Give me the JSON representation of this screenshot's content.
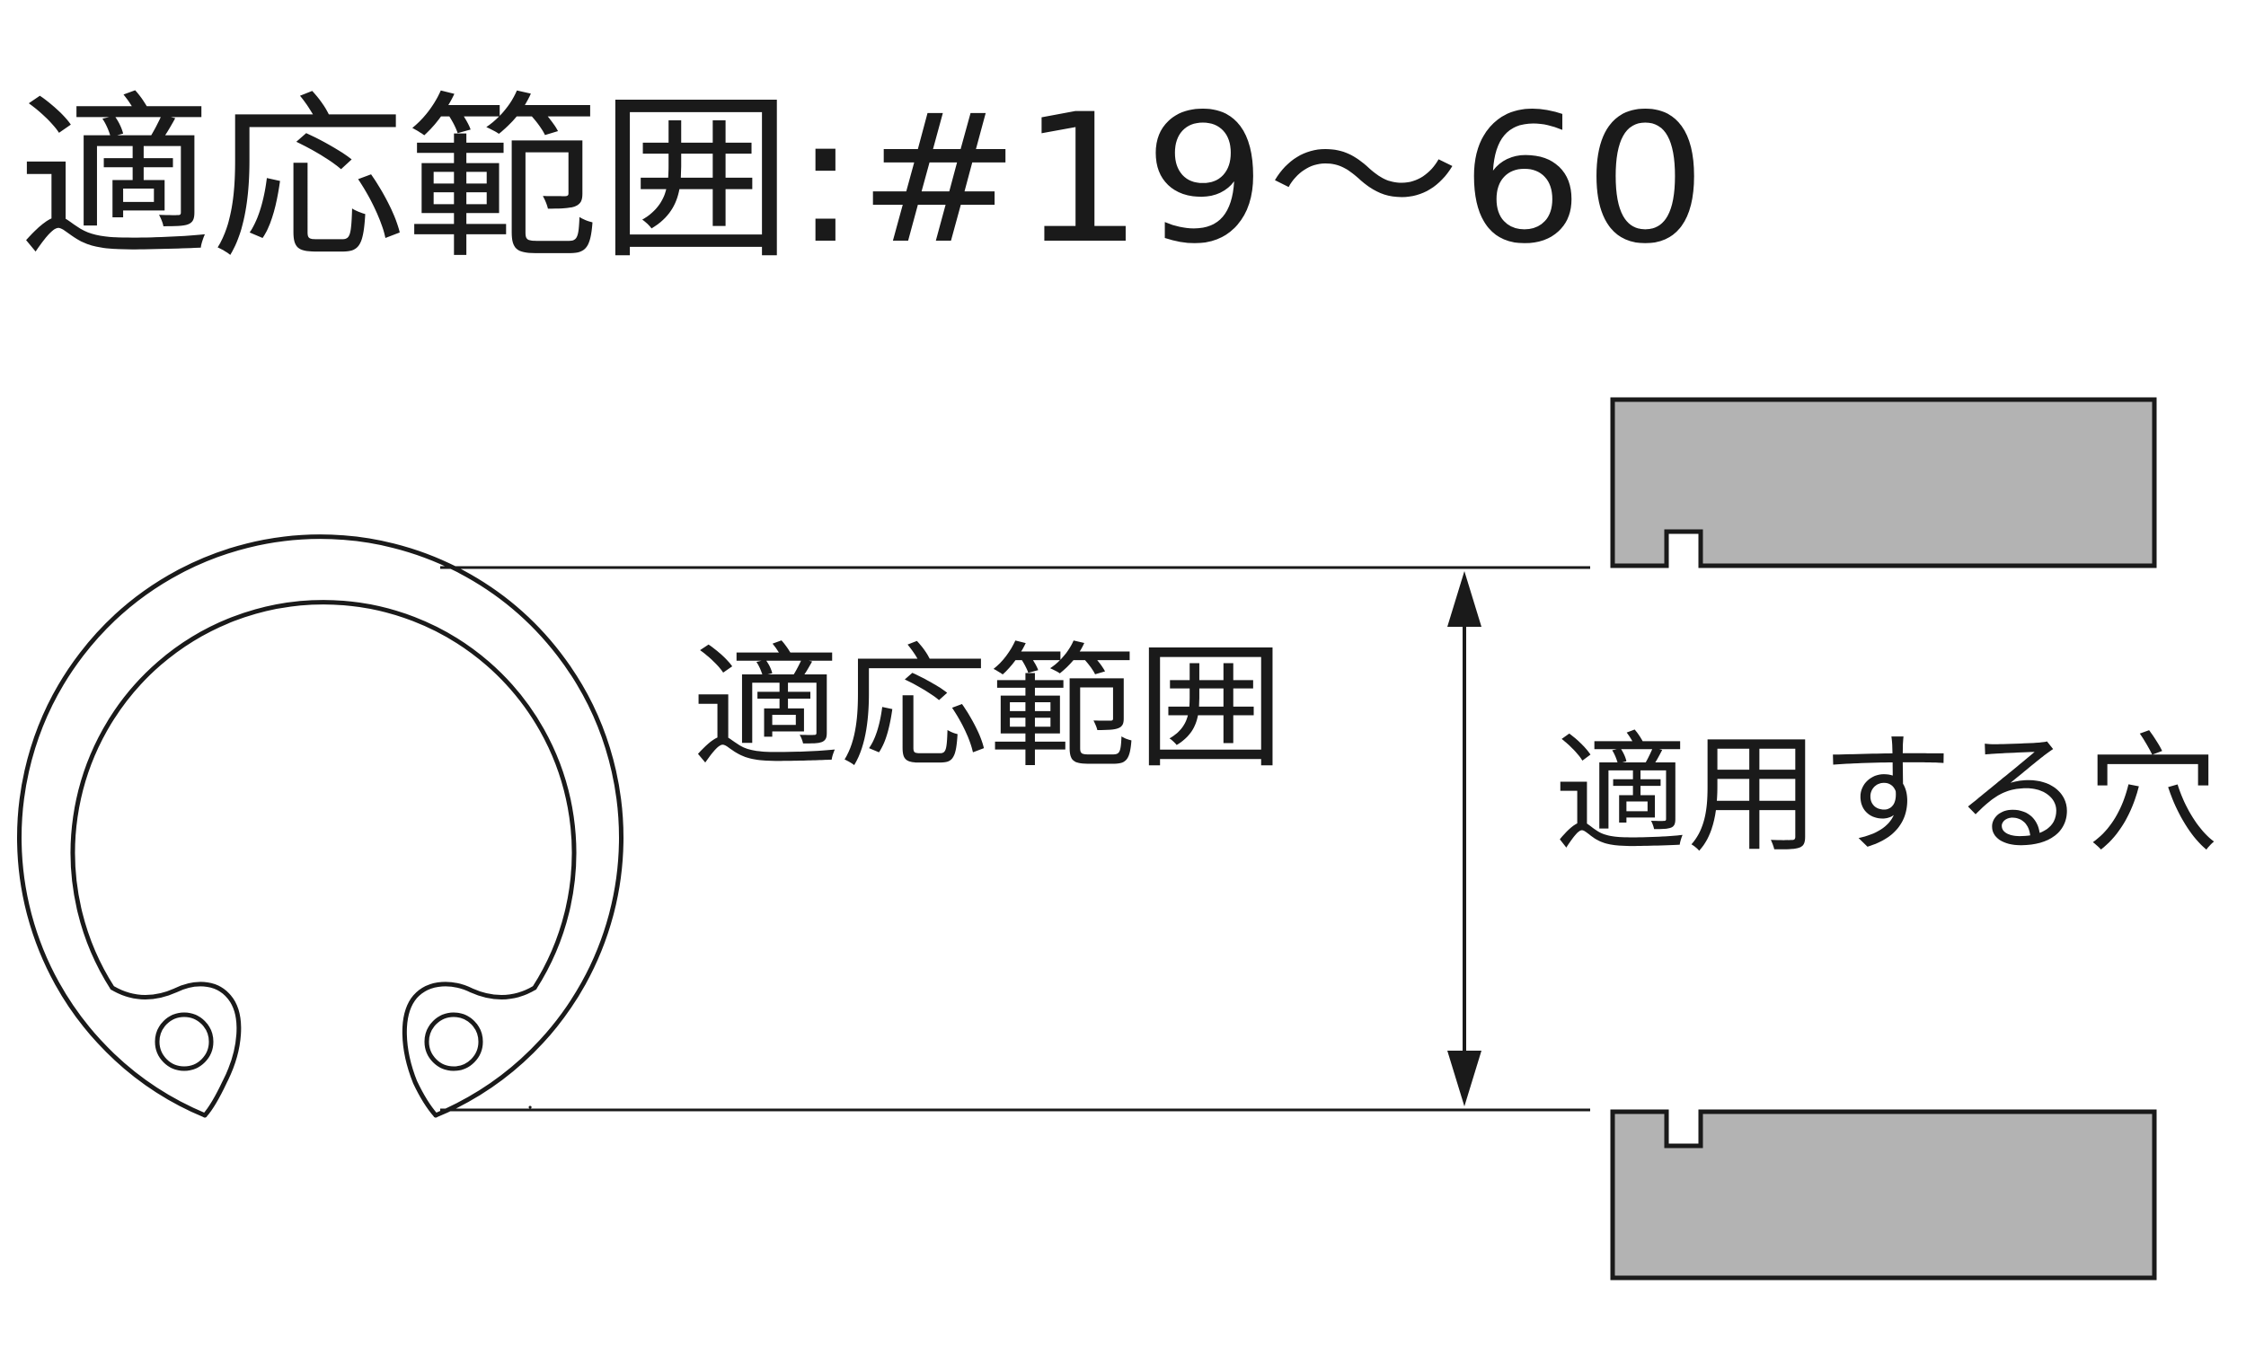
{
  "title": "適応範囲:#19〜60",
  "labels": {
    "range": "適応範囲",
    "hole": "適用する穴"
  },
  "colors": {
    "ink": "#1a1a1a",
    "block_fill": "#b3b3b3"
  }
}
